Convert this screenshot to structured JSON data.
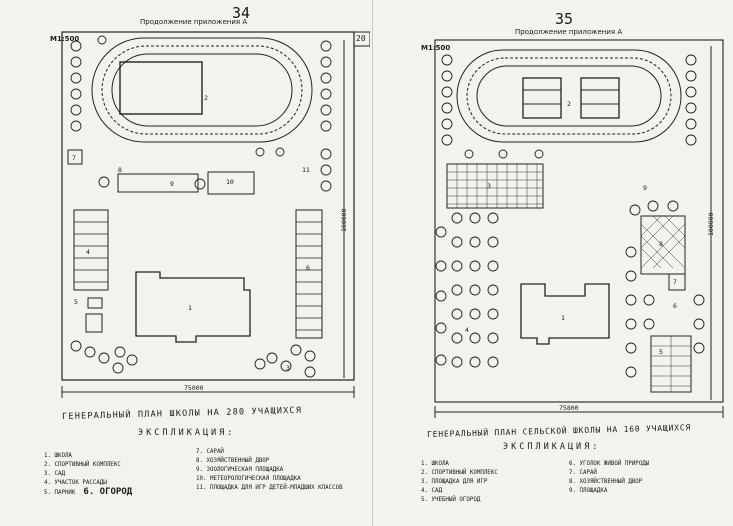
{
  "left_page": {
    "page_number": "34",
    "continuation": "Продолжение приложения А",
    "scale": "M1:500",
    "corner_mark": "20",
    "width_dim": "75000",
    "height_dim": "100000",
    "plan_labels": [
      "1",
      "2",
      "3",
      "4",
      "5",
      "6",
      "7",
      "8",
      "9",
      "10",
      "11"
    ],
    "title": "ГЕНЕРАЛЬНЫЙ ПЛАН ШКОЛЫ НА 280 УЧАЩИХСЯ",
    "explication_heading": "ЭКСПЛИКАЦИЯ:",
    "legend_col1": [
      "1. ШКОЛА",
      "2. СПОРТИВНЫЙ КОМПЛЕКС",
      "3. САД",
      "4. УЧАСТОК РАССАДЫ",
      "5. ПАРНИК"
    ],
    "legend_handwritten": "6. ОГОРОД",
    "legend_col2": [
      "7. САРАЙ",
      "8. ХОЗЯЙСТВЕННЫЙ ДВОР",
      "9. ЗООЛОГИЧЕСКАЯ ПЛОЩАДКА",
      "10. МЕТЕОРОЛОГИЧЕСКАЯ ПЛОЩАДКА",
      "11. ПЛОЩАДКА ДЛЯ ИГР ДЕТЕЙ-МЛАДШИХ КЛАССОВ"
    ]
  },
  "right_page": {
    "page_number": "35",
    "continuation": "Продолжение приложения А",
    "scale": "M1:500",
    "width_dim": "75800",
    "height_dim": "100800",
    "plan_labels": [
      "1",
      "2",
      "3",
      "4",
      "5",
      "6",
      "7",
      "8",
      "9"
    ],
    "title": "ГЕНЕРАЛЬНЫЙ ПЛАН СЕЛЬСКОЙ ШКОЛЫ НА 160 УЧАЩИХСЯ",
    "explication_heading": "ЭКСПЛИКАЦИЯ:",
    "legend_col1": [
      "1. ШКОЛА",
      "2. СПОРТИВНЫЙ КОМПЛЕКС",
      "3. ПЛОЩАДКА ДЛЯ ИГР",
      "4. САД",
      "5. УЧЕБНЫЙ ОГОРОД"
    ],
    "legend_col2": [
      "6. УГОЛОК ЖИВОЙ ПРИРОДЫ",
      "7. САРАЙ",
      "8. ХОЗЯЙСТВЕННЫЙ ДВОР",
      "9. ПЛОЩАДКА"
    ]
  }
}
